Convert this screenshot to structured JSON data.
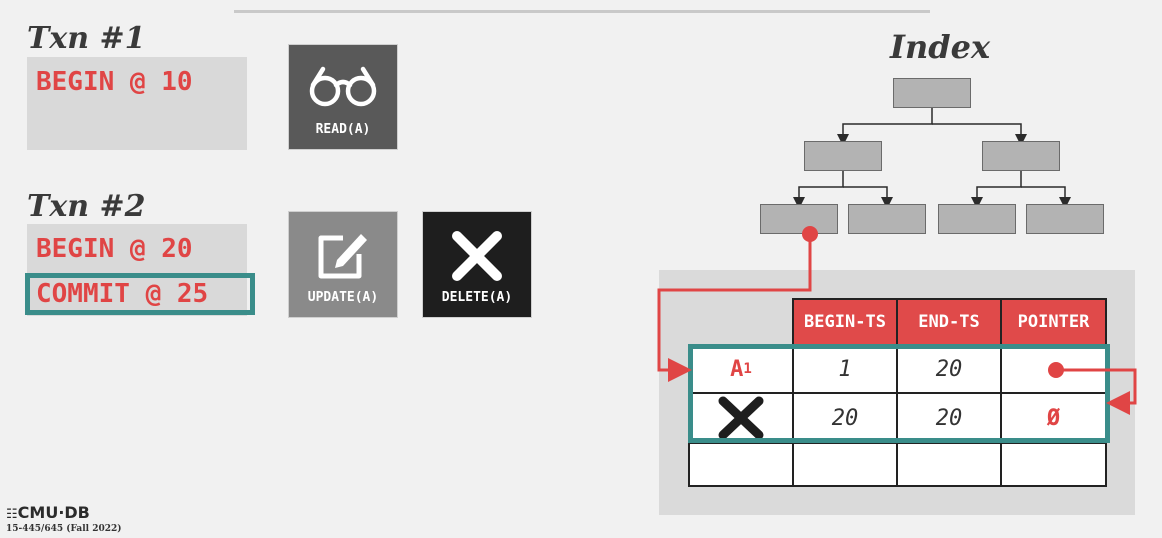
{
  "txn1": {
    "title": "Txn #1",
    "lines": [
      "BEGIN @ 10"
    ]
  },
  "txn2": {
    "title": "Txn #2",
    "lines": [
      "BEGIN @ 20",
      "COMMIT @ 25"
    ]
  },
  "ops": {
    "read": {
      "label": "READ(A)",
      "icon": "glasses-icon"
    },
    "update": {
      "label": "UPDATE(A)",
      "icon": "edit-icon"
    },
    "delete": {
      "label": "DELETE(A)",
      "icon": "x-icon"
    }
  },
  "index": {
    "title": "Index"
  },
  "table": {
    "headers": [
      "BEGIN-TS",
      "END-TS",
      "POINTER"
    ],
    "rows": [
      {
        "version": "A",
        "version_sub": "1",
        "begin": "1",
        "end": "20",
        "pointer": "pointer-dot-icon"
      },
      {
        "version": "deleted-x-icon",
        "begin": "20",
        "end": "20",
        "pointer": "Ø"
      },
      {
        "version": "",
        "begin": "",
        "end": "",
        "pointer": ""
      }
    ]
  },
  "footer": {
    "logo": "CMU·DB",
    "course": "15-445/645 (Fall 2022)"
  },
  "colors": {
    "accent_red": "#e04545",
    "teal": "#3a8d8a",
    "dark": "#3a3a3a"
  }
}
